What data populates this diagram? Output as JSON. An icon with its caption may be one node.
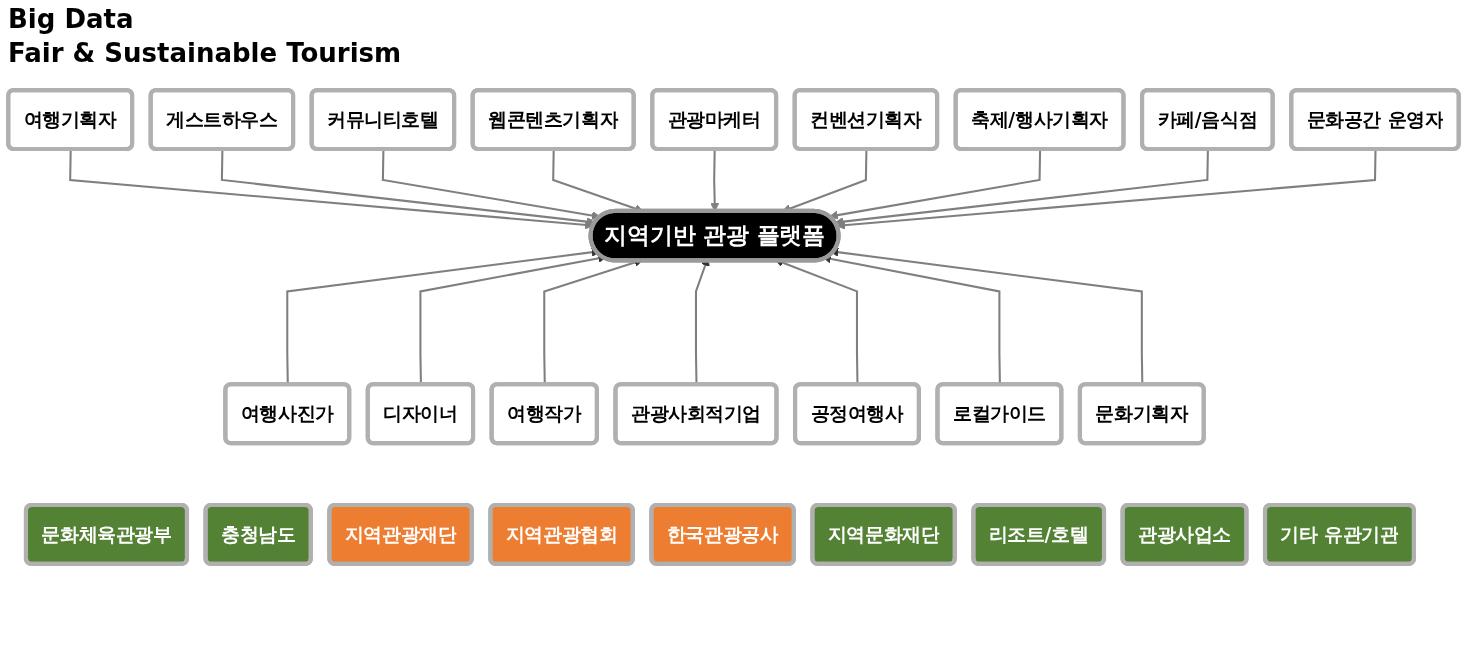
{
  "diagram": {
    "nodes": [
      {
        "text": [
          "지역기반 관광 플랫폼"
        ]
      },
      {
        "text": [
          "여행기획자"
        ]
      },
      {
        "text": [
          "게스트하우스"
        ]
      },
      {
        "text": [
          "커뮤니티호텔"
        ]
      },
      {
        "text": [
          "웹콘텐츠기획자"
        ]
      },
      {
        "text": [
          "관광마케터"
        ]
      },
      {
        "text": [
          "컨벤션기획자"
        ]
      },
      {
        "text": [
          "축제/행사기획자"
        ]
      },
      {
        "text": [
          "카페/음식점"
        ]
      },
      {
        "text": [
          "문화공간 운영자"
        ]
      },
      {
        "text": [
          "여행사진가"
        ]
      },
      {
        "text": [
          "디자이너"
        ]
      },
      {
        "text": [
          "여행작가"
        ]
      },
      {
        "text": [
          "관광사회적기업"
        ]
      },
      {
        "text": [
          "공정여행사"
        ]
      },
      {
        "text": [
          "로컬가이드"
        ]
      },
      {
        "text": [
          "문화기획자"
        ]
      },
      {
        "text": [
          "문화체육관광부"
        ]
      },
      {
        "text": [
          "충청남도"
        ]
      },
      {
        "text": [
          "지역관광재단"
        ]
      },
      {
        "text": [
          "지역관광협회"
        ]
      },
      {
        "text": [
          "한국관광공사"
        ]
      },
      {
        "text": [
          "지역문화재단"
        ]
      },
      {
        "text": [
          "리조트/호텔"
        ]
      },
      {
        "text": [
          "관광사업소"
        ]
      },
      {
        "text": [
          "기타 유관기관"
        ]
      }
    ],
    "edges": [
      {
        "from": 1,
        "to": 0,
        "arrow": "to"
      },
      {
        "from": 2,
        "to": 0,
        "arrow": "to"
      },
      {
        "from": 3,
        "to": 0,
        "arrow": "to"
      },
      {
        "from": 4,
        "to": 0,
        "arrow": "to"
      },
      {
        "from": 5,
        "to": 0,
        "arrow": "to"
      },
      {
        "from": 6,
        "to": 0,
        "arrow": "to"
      },
      {
        "from": 7,
        "to": 0,
        "arrow": "to"
      },
      {
        "from": 8,
        "to": 0,
        "arrow": "to"
      },
      {
        "from": 9,
        "to": 0,
        "arrow": "to"
      },
      {
        "from": 10,
        "to": 0,
        "arrow": "to"
      },
      {
        "from": 11,
        "to": 0,
        "arrow": "to"
      },
      {
        "from": 12,
        "to": 0,
        "arrow": "to"
      },
      {
        "from": 13,
        "to": 0,
        "arrow": "to"
      },
      {
        "from": 14,
        "to": 0,
        "arrow": "to"
      },
      {
        "from": 15,
        "to": 0,
        "arrow": "to"
      },
      {
        "from": 16,
        "to": 0,
        "arrow": "to"
      }
    ],
    "labels": [
      "Big Data",
      "Fair & Sustainable Tourism"
    ]
  }
}
